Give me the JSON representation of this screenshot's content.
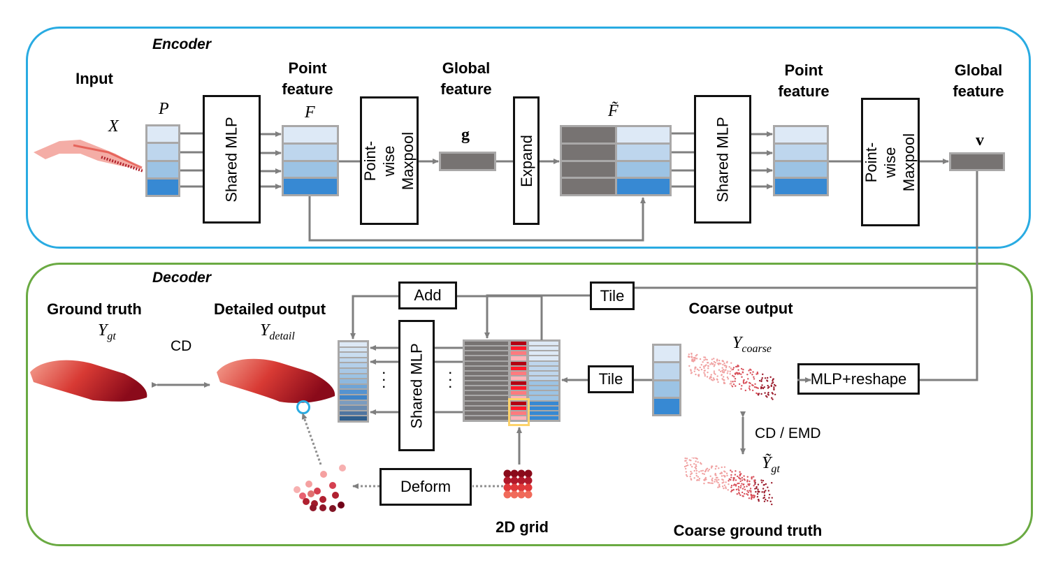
{
  "encoder": {
    "title": "Encoder",
    "input_label": "Input",
    "input_symbol": "X",
    "p_symbol": "P",
    "shared_mlp_1": "Shared MLP",
    "point_feature_1": "Point\nfeature",
    "f_symbol": "F",
    "maxpool_1": "Point-wise\nMaxpool",
    "global_feature_1": "Global\nfeature",
    "g_symbol": "g",
    "expand": "Expand",
    "f_tilde_symbol": "F̃",
    "shared_mlp_2": "Shared MLP",
    "point_feature_2": "Point\nfeature",
    "maxpool_2": "Point-wise\nMaxpool",
    "global_feature_2": "Global\nfeature",
    "v_symbol": "v"
  },
  "decoder": {
    "title": "Decoder",
    "ground_truth_label": "Ground truth",
    "y_gt_symbol": "Y",
    "y_gt_sub": "gt",
    "cd_label": "CD",
    "detailed_output_label": "Detailed output",
    "y_detail_symbol": "Y",
    "y_detail_sub": "detail",
    "add": "Add",
    "tile_1": "Tile",
    "tile_2": "Tile",
    "shared_mlp": "Shared MLP",
    "coarse_output_label": "Coarse output",
    "y_coarse_symbol": "Y",
    "y_coarse_sub": "coarse",
    "mlp_reshape": "MLP+reshape",
    "cd_emd_label": "CD / EMD",
    "y_gt_tilde_symbol": "Ỹ",
    "y_gt_tilde_sub": "gt",
    "coarse_gt_label": "Coarse ground truth",
    "deform": "Deform",
    "grid_label": "2D grid",
    "ellipsis": "·\n·\n·"
  },
  "colors": {
    "encoder_border": "#29abe2",
    "decoder_border": "#6aaa42",
    "blue_shades": [
      "#dde9f6",
      "#bed6ed",
      "#9cc3e4",
      "#3789d3"
    ],
    "feature_gray": "#777372",
    "red_shades": [
      "#b30012",
      "#ff1a28",
      "#ff7a7e",
      "#ffb3b8"
    ],
    "highlight_yellow": "#fdd36b"
  }
}
